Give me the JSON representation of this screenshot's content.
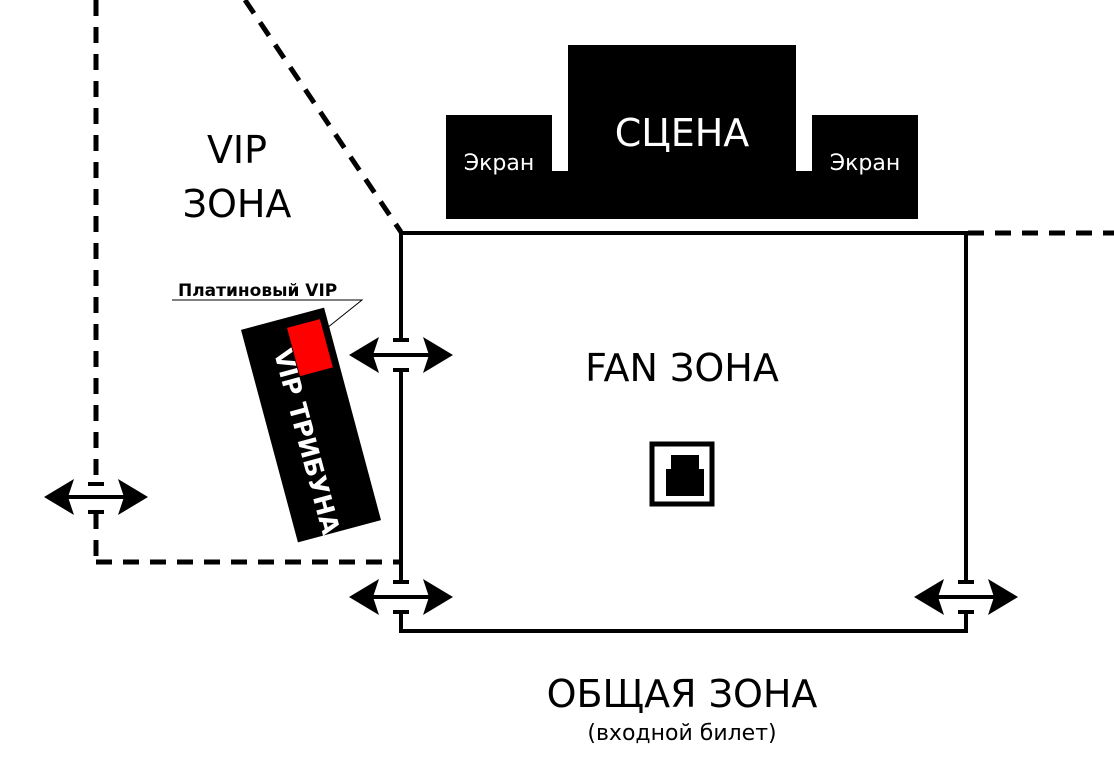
{
  "labels": {
    "vip_zone_line1": "VIP",
    "vip_zone_line2": "ЗОНА",
    "stage": "СЦЕНА",
    "screen_left": "Экран",
    "screen_right": "Экран",
    "fan_zone": "FAN ЗОНА",
    "platinum_vip": "Платиновый VIP",
    "vip_tribune": "VIP ТРИБУНА",
    "general_zone": "ОБЩАЯ ЗОНА",
    "general_zone_note": "(входной билет)"
  },
  "colors": {
    "ink": "#000000",
    "platinum": "#ff0000",
    "background": "#ffffff"
  },
  "icons": [
    "double-arrow-entrance-icon",
    "control-booth-icon"
  ]
}
